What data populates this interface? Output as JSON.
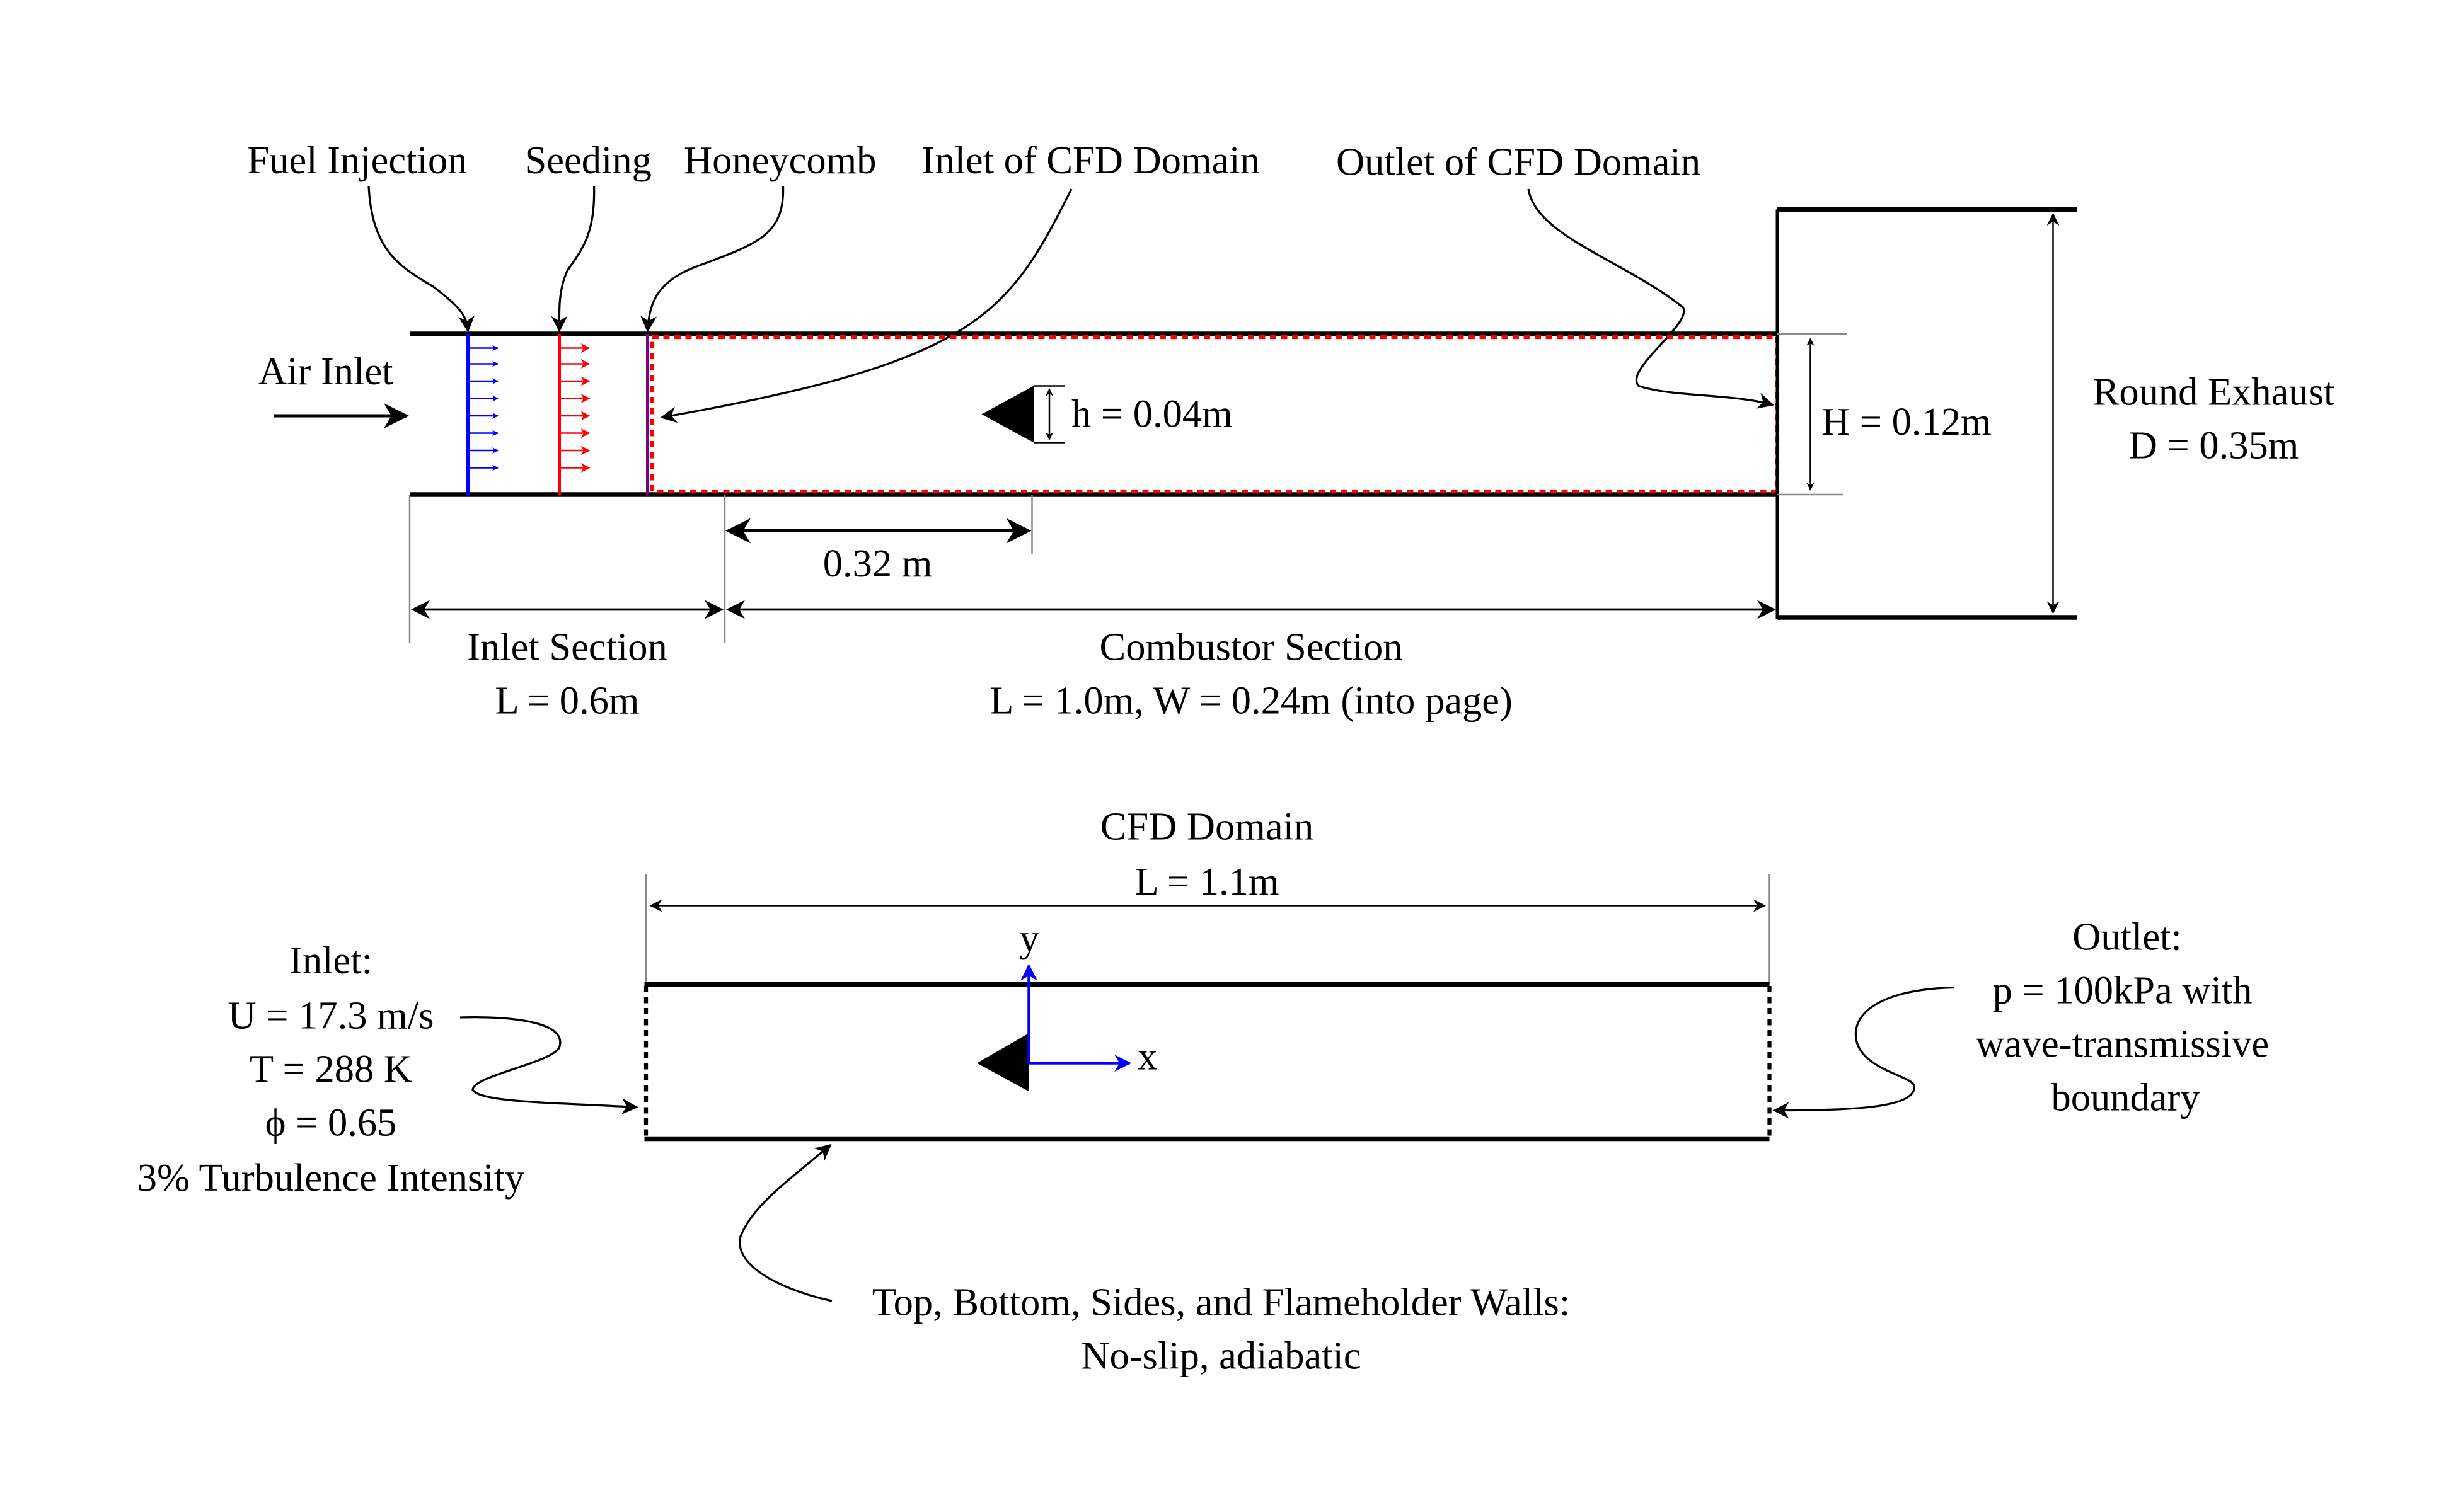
{
  "top": {
    "labels": {
      "fuel_injection": "Fuel Injection",
      "seeding": "Seeding",
      "honeycomb": "Honeycomb",
      "inlet_cfd": "Inlet of CFD Domain",
      "outlet_cfd": "Outlet of CFD Domain",
      "air_inlet": "Air Inlet",
      "flameholder_height": "h = 0.04m",
      "duct_height": "H = 0.12m",
      "exhaust_line1": "Round Exhaust",
      "exhaust_line2": "D = 0.35m",
      "flameholder_position": "0.32 m",
      "inlet_section_line1": "Inlet Section",
      "inlet_section_line2": "L = 0.6m",
      "combustor_line1": "Combustor Section",
      "combustor_line2": "L = 1.0m, W = 0.24m (into page)"
    },
    "colors": {
      "fuel": "#0000ff",
      "seeding": "#ff0000",
      "honeycomb": "#800080",
      "cfd_boundary": "#ff0000"
    }
  },
  "bottom": {
    "title_line1": "CFD Domain",
    "title_line2": "L = 1.1m",
    "axis_x": "x",
    "axis_y": "y",
    "axis_color": "#0000ff",
    "inlet": {
      "title": "Inlet:",
      "velocity": "U = 17.3 m/s",
      "temperature": "T = 288 K",
      "equivalence_ratio": "ϕ = 0.65",
      "turbulence": "3% Turbulence Intensity"
    },
    "outlet": {
      "title": "Outlet:",
      "line1": "p = 100kPa with",
      "line2": "wave-transmissive",
      "line3": "boundary"
    },
    "walls": {
      "line1": "Top, Bottom, Sides, and Flameholder Walls:",
      "line2": "No-slip, adiabatic"
    }
  }
}
